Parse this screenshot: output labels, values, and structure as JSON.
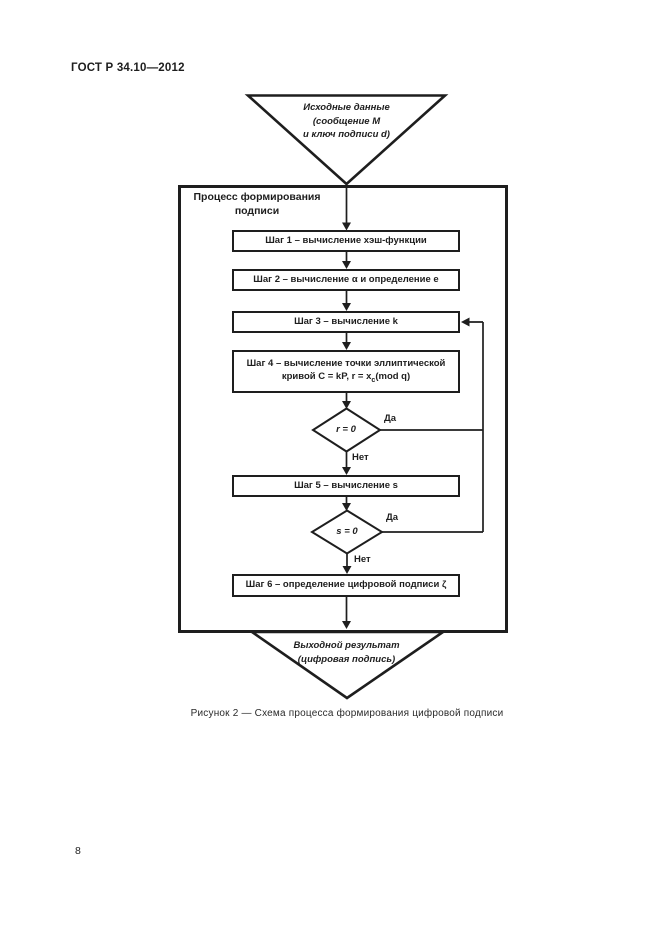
{
  "header": {
    "text": "ГОСТ Р 34.10—2012"
  },
  "flowchart": {
    "input_triangle": {
      "line1": "Исходные данные",
      "line2": "(сообщение M",
      "line3": "и ключ подписи d)"
    },
    "process_box_title": {
      "line1": "Процесс формирования",
      "line2": "подписи"
    },
    "step1": "Шаг 1 – вычисление хэш-функции",
    "step2": "Шаг 2 – вычисление α и определение e",
    "step3": "Шаг 3 – вычисление k",
    "step4": {
      "line1": "Шаг 4 – вычисление точки эллиптической",
      "line2_pre": "кривой C = kP, r = x",
      "line2_sub": "c",
      "line2_post": "(mod q)"
    },
    "step5": "Шаг 5 – вычисление s",
    "step6": "Шаг 6 – определение цифровой подписи ζ",
    "decision1": {
      "condition": "r = 0",
      "yes_label": "Да",
      "no_label": "Нет"
    },
    "decision2": {
      "condition": "s = 0",
      "yes_label": "Да",
      "no_label": "Нет"
    },
    "output_triangle": {
      "line1": "Выходной результат",
      "line2": "(цифровая подпись)"
    }
  },
  "figure": {
    "caption": "Рисунок 2 — Схема процесса формирования цифровой подписи"
  },
  "footer": {
    "page_number": "8"
  },
  "colors": {
    "ink": "#1e1e1e",
    "paper": "#ffffff"
  }
}
